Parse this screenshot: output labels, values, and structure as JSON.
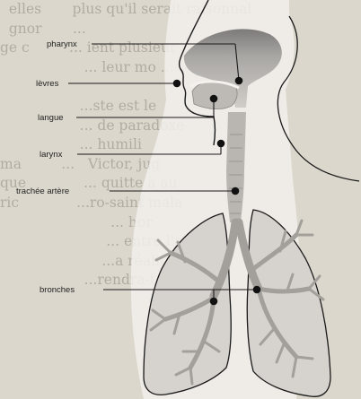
{
  "labels": {
    "pharynx": "pharynx",
    "levres": "lèvres",
    "langue": "langue",
    "larynx": "larynx",
    "trachee": "trachée artère",
    "bronches": "bronches"
  },
  "background_lines": [
    "  elles       plus qu'il serait raisonnal",
    "  gnor       ...",
    "ge c         ... ient plusieur",
    "                   ... leur mo ...",
    "",
    "                  ...ste est le",
    "                  ... de paradoxe",
    "                  ... humili",
    "ma         ...   Victor, jug",
    "que             ... quitte à au",
    "ric             ...ro-saint mala",
    "                         ... hor",
    "                        ... entre l'a",
    "                       ...a réalité, ce",
    "                   ...rendra-t-il, toujou"
  ],
  "colors": {
    "paper": "#dcd7cc",
    "ink": "#1a1a1a",
    "tissue": "#c9c6c1"
  }
}
